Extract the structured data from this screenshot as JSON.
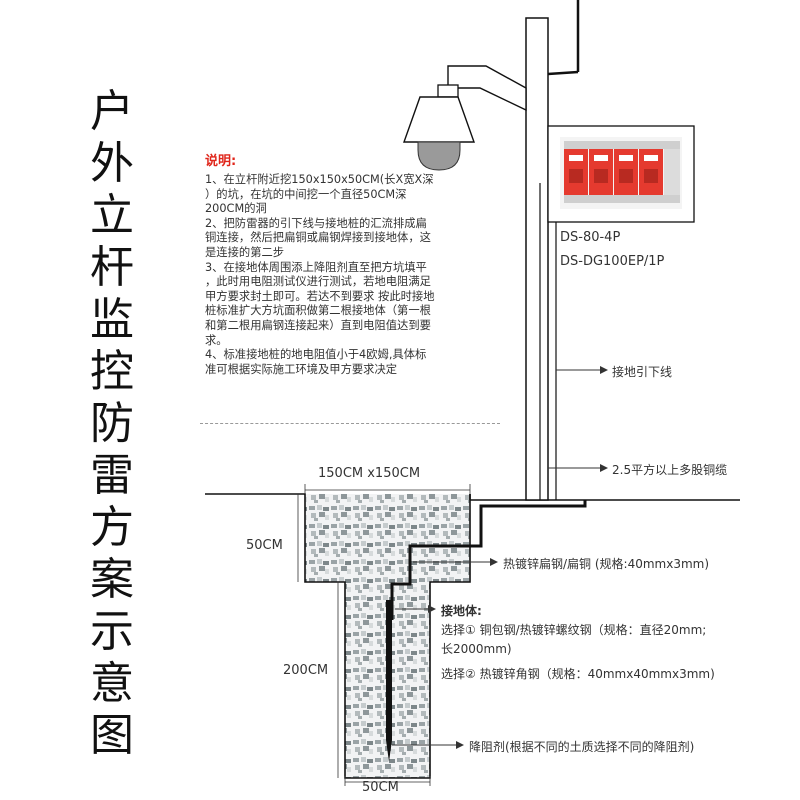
{
  "title_chars": [
    "户",
    "外",
    "立",
    "杆",
    "监",
    "控",
    "防",
    "雷",
    "方",
    "案",
    "示",
    "意",
    "图"
  ],
  "notes": {
    "title": "说明:",
    "lines": [
      "1、在立杆附近挖150x150x50CM(长X宽X深",
      "）的坑，在坑的中间挖一个直径50CM深",
      "200CM的洞",
      "2、把防雷器的引下线与接地桩的汇流排成扁",
      "铜连接，然后把扁铜或扁钢焊接到接地体，这",
      "是连接的第二步",
      "3、在接地体周围添上降阻剂直至把方坑填平",
      "，此时用电阻测试仪进行测试，若地电阻满足",
      "甲方要求封土即可。若达不到要求 按此时接地",
      "桩标准扩大方坑面积做第二根接地体（第一根",
      "和第二根用扁钢连接起来）直到电阻值达到要",
      "求。",
      "4、标准接地桩的地电阻值小于4欧姆,具体标",
      "准可根据实际施工环境及甲方要求决定"
    ]
  },
  "device_labels": {
    "model1": "DS-80-4P",
    "model2": "DS-DG100EP/1P"
  },
  "annotations": {
    "down_conductor": "接地引下线",
    "copper_cable": "2.5平方以上多股铜缆",
    "flat_steel": "热镀锌扁钢/扁铜 (规格:40mmx3mm)",
    "grounding_body": "接地体:",
    "option1_a": "选择① 铜包钢/热镀锌螺纹钢（规格：直径20mm;",
    "option1_b": "长2000mm)",
    "option2": "选择② 热镀锌角钢（规格：40mmx40mmx3mm)",
    "resistance_agent": "降阻剂(根据不同的土质选择不同的降阻剂)"
  },
  "dimensions": {
    "pit_size": "150CM x150CM",
    "pit_depth": "50CM",
    "hole_depth": "200CM",
    "hole_width": "50CM"
  },
  "colors": {
    "spd_red": "#e53a2f",
    "note_title": "#e0261b",
    "line": "#111111"
  }
}
